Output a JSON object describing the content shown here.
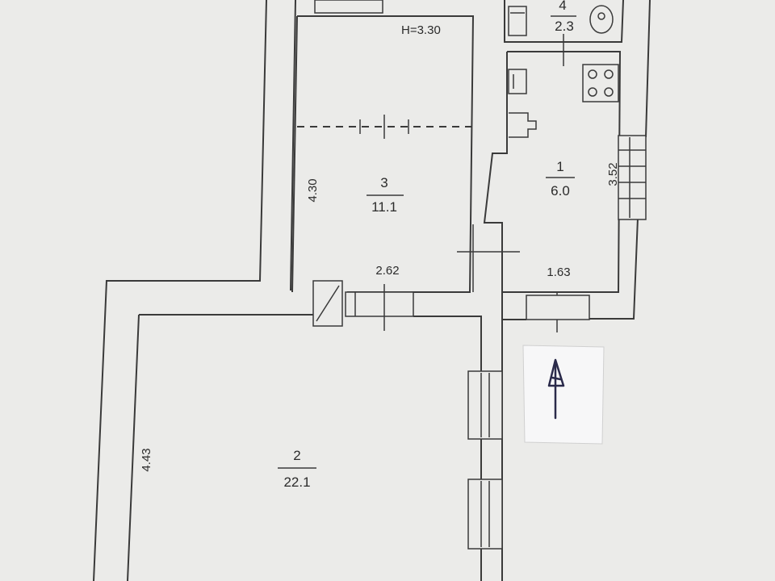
{
  "ceiling_height": "H=3.30",
  "rooms": [
    {
      "number": "1",
      "area": "6.0"
    },
    {
      "number": "2",
      "area": "22.1"
    },
    {
      "number": "3",
      "area": "11.1"
    },
    {
      "number": "4",
      "area": "2.3"
    }
  ],
  "dimensions": {
    "room3_height": "4.30",
    "room3_width": "2.62",
    "room1_height": "3.52",
    "room1_width": "1.63",
    "room2_height": "4.43"
  }
}
